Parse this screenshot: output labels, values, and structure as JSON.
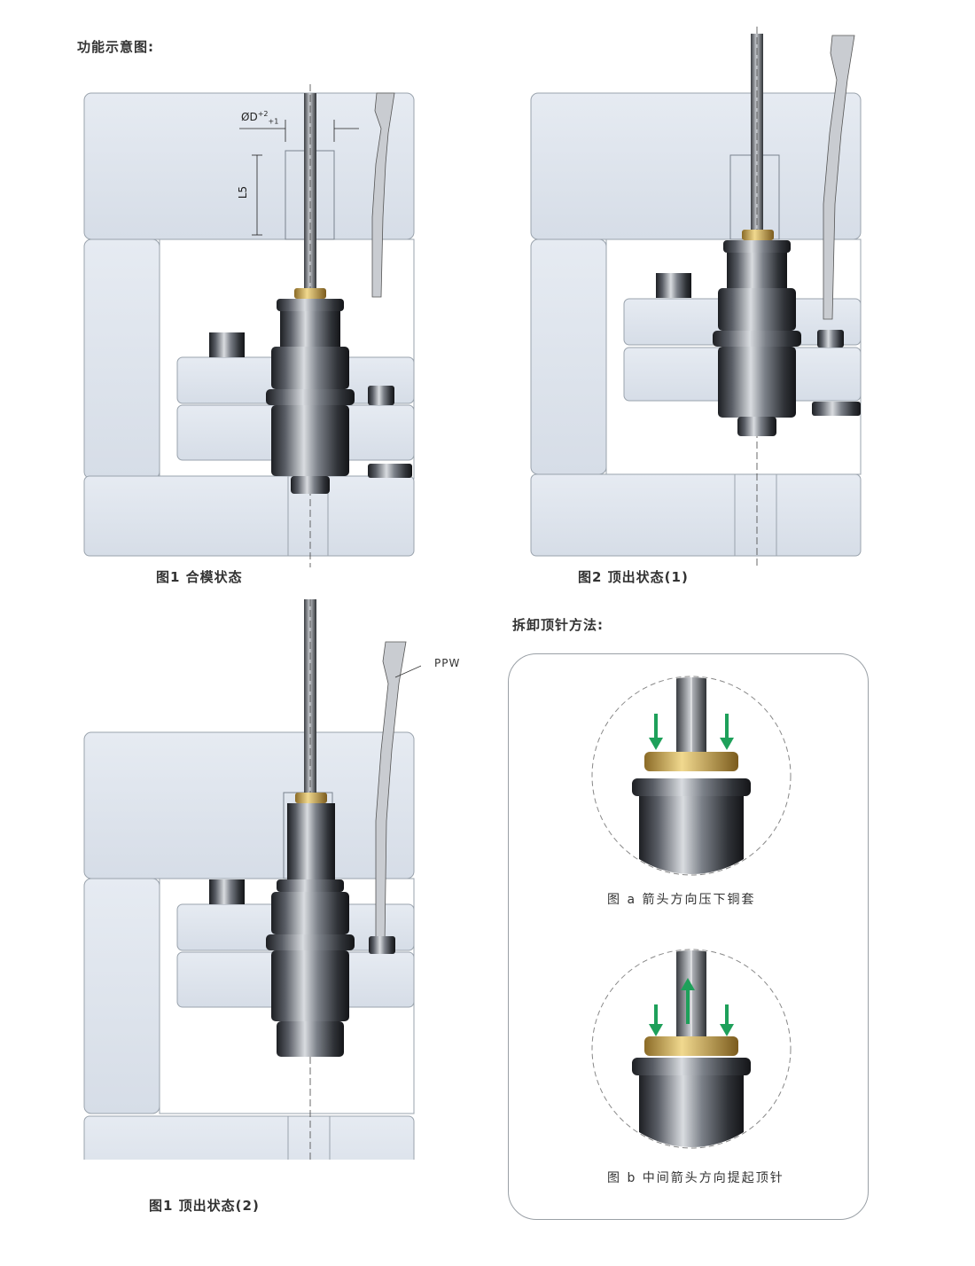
{
  "headings": {
    "function_diagram": "功能示意图:",
    "removal_method": "拆卸顶针方法:"
  },
  "captions": {
    "fig1": "图1 合模状态",
    "fig2": "图2 顶出状态(1)",
    "fig3": "图1 顶出状态(2)",
    "fig_a": "图 a   箭头方向压下铜套",
    "fig_b": "图 b   中间箭头方向提起顶针"
  },
  "labels": {
    "ppw": "PPW",
    "dia": "ØD",
    "dia_sup": "+2",
    "dia_sub": "+1",
    "length": "L5"
  },
  "colors": {
    "plate": "#dde3ec",
    "plate_edge": "#9aa3ad",
    "steel_dark": "#2a2c30",
    "steel_mid": "#6b6f76",
    "steel_light": "#c9ccd1",
    "brass": "#d2b169",
    "arrow_green": "#1ea05a"
  }
}
